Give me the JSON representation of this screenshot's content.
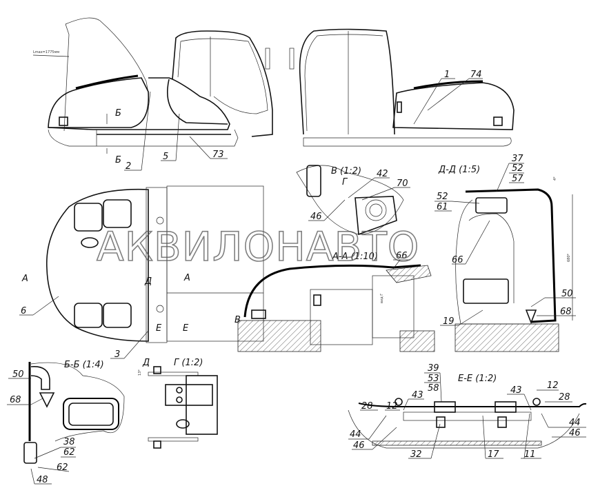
{
  "watermark": "АКВИЛОНАВТО",
  "side_view_left": {
    "note": "Lmax=1775мм",
    "labels": {
      "b_top": "Б",
      "b_bottom": "Б",
      "p2": "2",
      "p5": "5",
      "p73": "73"
    }
  },
  "side_view_right": {
    "labels": {
      "p1": "1",
      "p74": "74"
    }
  },
  "plan_view": {
    "labels": {
      "a_left": "А",
      "a_right": "А",
      "d": "Д",
      "e_left": "Е",
      "e_right": "Е",
      "p6": "6",
      "p3": "3"
    }
  },
  "view_v": {
    "title": "В (1:2)",
    "labels": {
      "g": "Г",
      "p42": "42",
      "p70": "70",
      "p46": "46"
    }
  },
  "section_aa": {
    "title": "А-А (1:10)",
    "labels": {
      "p66": "66",
      "v": "В",
      "dim": "вид Г"
    }
  },
  "section_dd": {
    "title": "Д-Д (1:5)",
    "labels": {
      "p37": "37",
      "p52a": "52",
      "p57": "57",
      "p52b": "52",
      "p61": "61",
      "p66": "66",
      "p50": "50",
      "p68": "68",
      "p19": "19",
      "dim680": "680*",
      "dim_top": "4*"
    }
  },
  "section_bb": {
    "title": "Б-Б (1:4)",
    "labels": {
      "p50": "50",
      "p68": "68",
      "p38": "38",
      "p62a": "62",
      "p62b": "62",
      "p48": "48"
    }
  },
  "view_g": {
    "title": "Г (1:2)",
    "labels": {
      "d": "Д",
      "dim": "13*"
    }
  },
  "section_ee": {
    "title": "Е-Е (1:2)",
    "labels": {
      "p39": "39",
      "p53": "53",
      "p58": "58",
      "p28a": "28",
      "p12a": "12",
      "p43a": "43",
      "p43b": "43",
      "p12b": "12",
      "p28b": "28",
      "p44a": "44",
      "p46a": "46",
      "p32": "32",
      "p17": "17",
      "p11": "11",
      "p44b": "44",
      "p46b": "46"
    }
  }
}
